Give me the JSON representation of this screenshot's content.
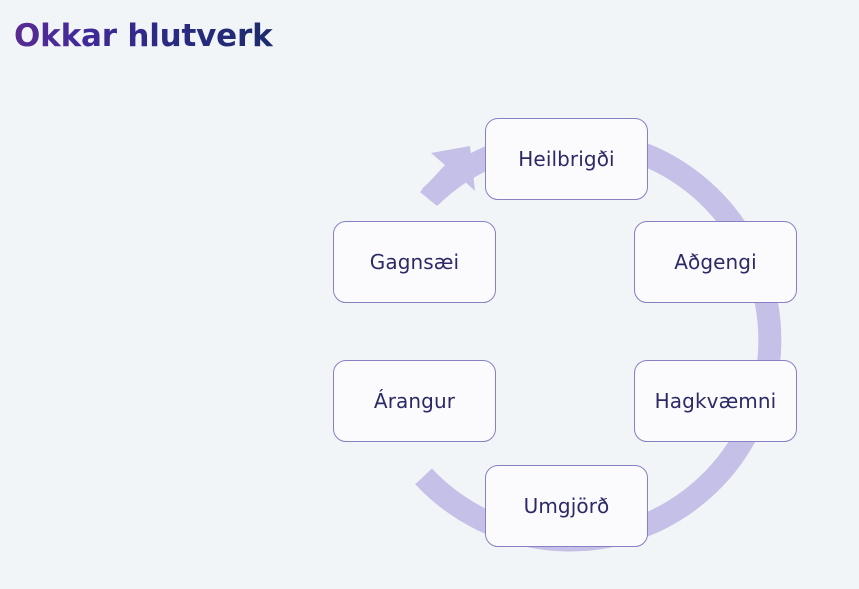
{
  "page": {
    "title": "Okkar hlutverk",
    "background_color": "#f2f5f7",
    "title_gradient_start": "#5b2b91",
    "title_gradient_end": "#1d2b6b"
  },
  "diagram": {
    "type": "cycle",
    "direction": "clockwise",
    "ring_color": "#c5c0e8",
    "node_border_color": "#8780c2",
    "node_fill_color": "#fbfbfd",
    "node_text_color": "#2b2a66",
    "nodes": [
      {
        "label": "Heilbrigði",
        "position": "top"
      },
      {
        "label": "Aðgengi",
        "position": "upper-right"
      },
      {
        "label": "Hagkvæmni",
        "position": "lower-right"
      },
      {
        "label": "Umgjörð",
        "position": "bottom"
      },
      {
        "label": "Árangur",
        "position": "lower-left"
      },
      {
        "label": "Gagnsæi",
        "position": "upper-left"
      }
    ],
    "arrow": {
      "icon": "arrowhead-icon",
      "position": "upper-left",
      "points": "clockwise"
    }
  }
}
